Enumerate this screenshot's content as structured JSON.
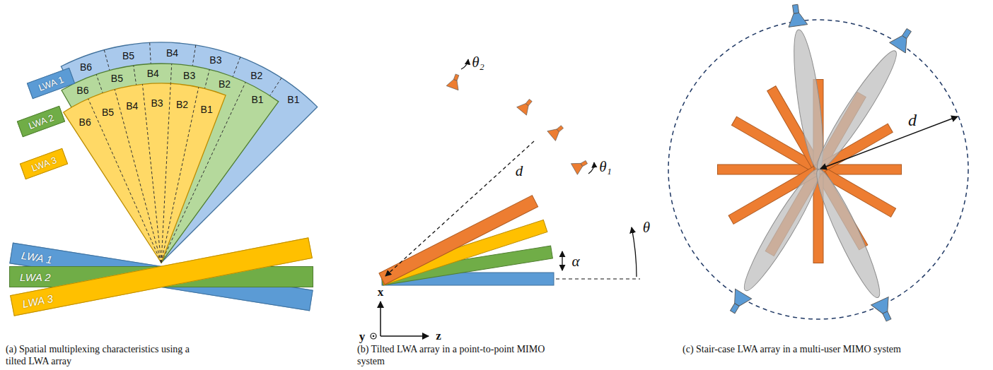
{
  "diagram": {
    "nodes": [
      {
        "text": [
          "LWA 1"
        ]
      },
      {
        "text": [
          "LWA 2"
        ]
      },
      {
        "text": [
          "LWA 3"
        ]
      },
      {
        "text": [
          "LWA 1"
        ]
      },
      {
        "text": [
          "LWA 2"
        ]
      },
      {
        "text": [
          "LWA 3"
        ]
      }
    ],
    "labels": [
      "B6",
      "B5",
      "B4",
      "B3",
      "B2",
      "B1",
      "B6",
      "B5",
      "B4",
      "B3",
      "B2",
      "B1",
      "B6",
      "B5",
      "B4",
      "B3",
      "B2",
      "B1",
      "d",
      "x",
      "z",
      "y",
      "α",
      "θ",
      "θ₁",
      "θ₂",
      "d",
      "(a) Spatial multiplexing characteristics using a tilted LWA array",
      "(b) Tilted LWA array in a point-to-point MIMO system",
      "(c) Stair-case LWA array in a multi-user MIMO system"
    ]
  }
}
